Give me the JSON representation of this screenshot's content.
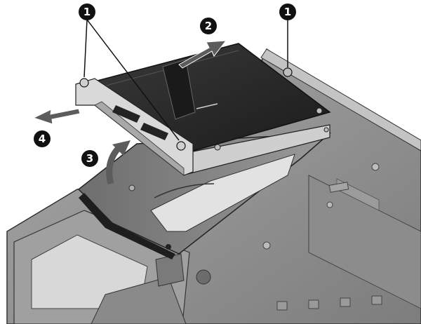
{
  "callouts": [
    {
      "id": "1",
      "label": "1"
    },
    {
      "id": "1b",
      "label": "1"
    },
    {
      "id": "2",
      "label": "2"
    },
    {
      "id": "3",
      "label": "3"
    },
    {
      "id": "4",
      "label": "4"
    }
  ],
  "colors": {
    "chassis": "#8e8e8e",
    "chassis_light": "#b9b9b9",
    "chassis_dark": "#5a5a5a",
    "drive_top": "#2b2b2b",
    "arrow": "#555555",
    "callout": "#111111"
  }
}
